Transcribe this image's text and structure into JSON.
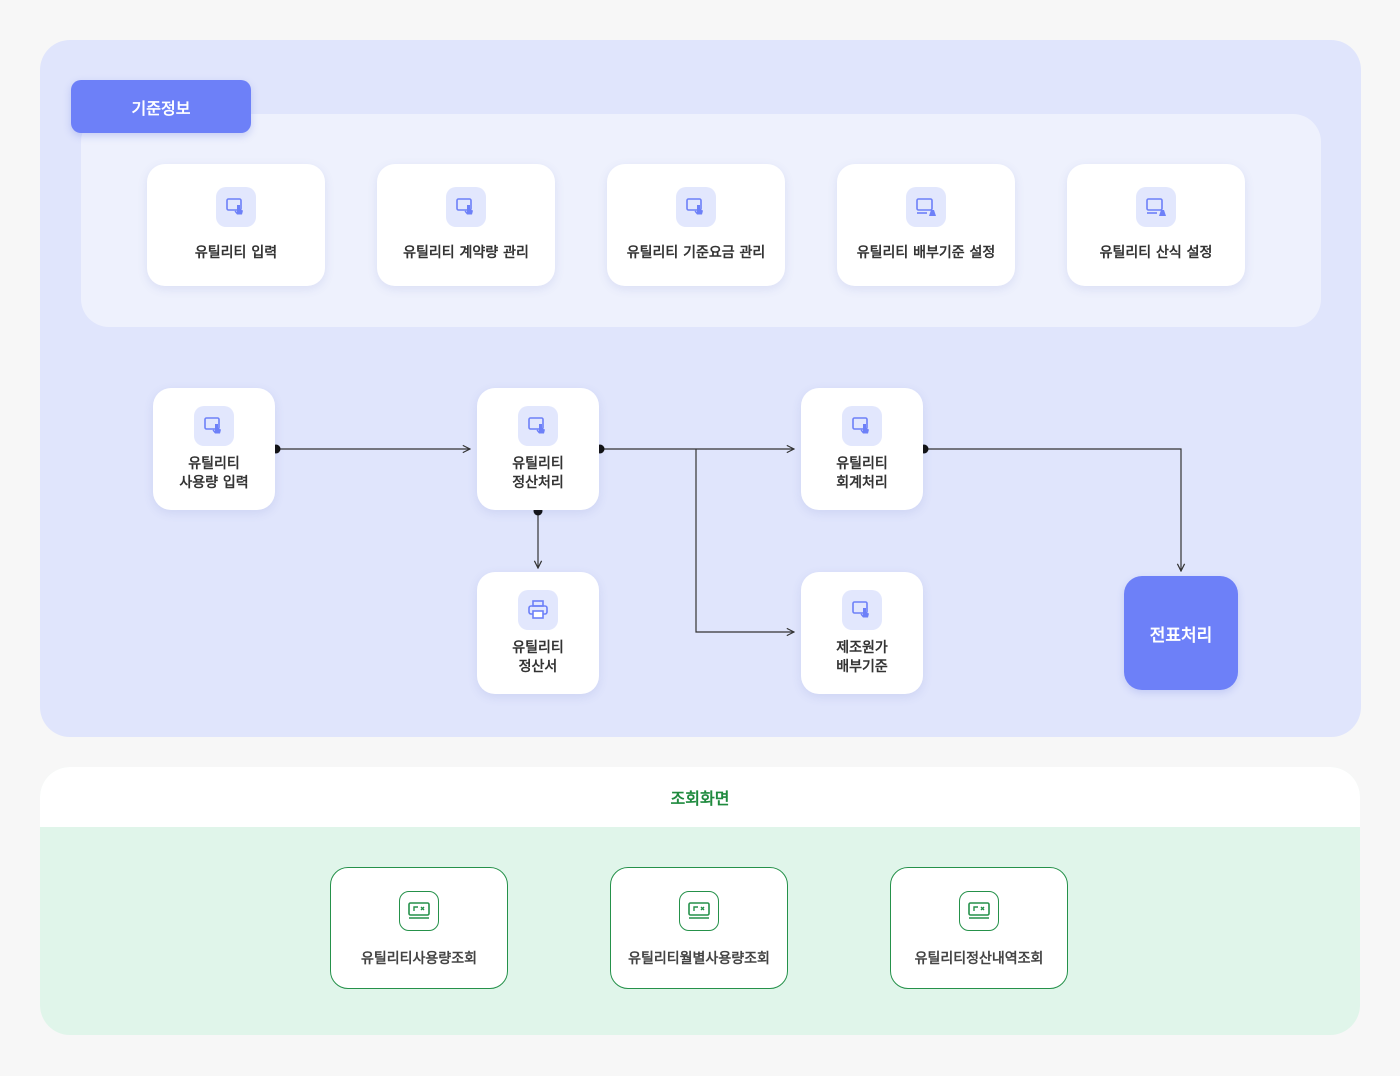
{
  "standard_info": {
    "tab_label": "기준정보",
    "items": [
      {
        "label": "유틸리티 입력",
        "icon": "touch-screen-icon"
      },
      {
        "label": "유틸리티 계약량 관리",
        "icon": "touch-screen-icon"
      },
      {
        "label": "유틸리티 기준요금 관리",
        "icon": "touch-screen-icon"
      },
      {
        "label": "유틸리티 배부기준 설정",
        "icon": "monitor-settings-icon"
      },
      {
        "label": "유틸리티 산식 설정",
        "icon": "monitor-settings-icon"
      }
    ]
  },
  "flow": {
    "usage_input": "유틸리티\n사용량 입력",
    "settlement": "유틸리티\n정산처리",
    "accounting": "유틸리티\n회계처리",
    "statement": "유틸리티\n정산서",
    "cost_allocation": "제조원가\n배부기준",
    "voucher": "전표처리"
  },
  "view_screens": {
    "title": "조회화면",
    "items": [
      {
        "label": "유틸리티사용량조회",
        "icon": "monitor-search-icon"
      },
      {
        "label": "유틸리티월별사용량조회",
        "icon": "monitor-search-icon"
      },
      {
        "label": "유틸리티정산내역조회",
        "icon": "monitor-search-icon"
      }
    ]
  },
  "colors": {
    "primary": "#6d80f8",
    "panel_bg": "#e0e5fc",
    "view_accent": "#1f8a3e",
    "view_bg": "#e0f5ea"
  }
}
